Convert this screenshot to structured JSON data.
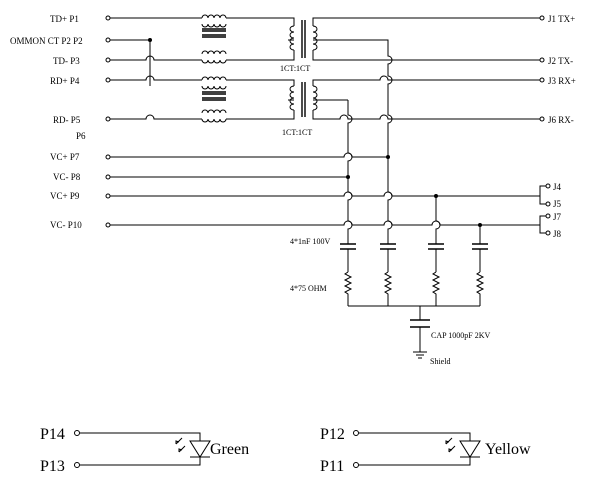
{
  "left_pins": {
    "p1": "TD+  P1",
    "p2": "OMMON CT P2  P2",
    "p3": "TD-   P3",
    "p4": "RD+  P4",
    "p5": "RD-   P5",
    "p6": "P6",
    "p7": "VC+  P7",
    "p8": "VC-   P8",
    "p9": "VC+  P9",
    "p10": "VC-  P10"
  },
  "right_pins": {
    "j1": "J1  TX+",
    "j2": "J2  TX-",
    "j3": "J3  RX+",
    "j6": "J6  RX-",
    "j4": "J4",
    "j5": "J5",
    "j7": "J7",
    "j8": "J8"
  },
  "transformers": {
    "t1_label": "1CT:1CT",
    "t2_label": "1CT:1CT"
  },
  "components": {
    "cap_label": "4*1nF 100V",
    "res_label": "4*75 OHM",
    "big_cap_label": "CAP 1000pF 2KV",
    "shield_label": "Shield"
  },
  "leds": {
    "green": {
      "anode": "P14",
      "cathode": "P13",
      "label": "Green",
      "color": "green"
    },
    "yellow": {
      "anode": "P12",
      "cathode": "P11",
      "label": "Yellow",
      "color": "yellow"
    }
  }
}
